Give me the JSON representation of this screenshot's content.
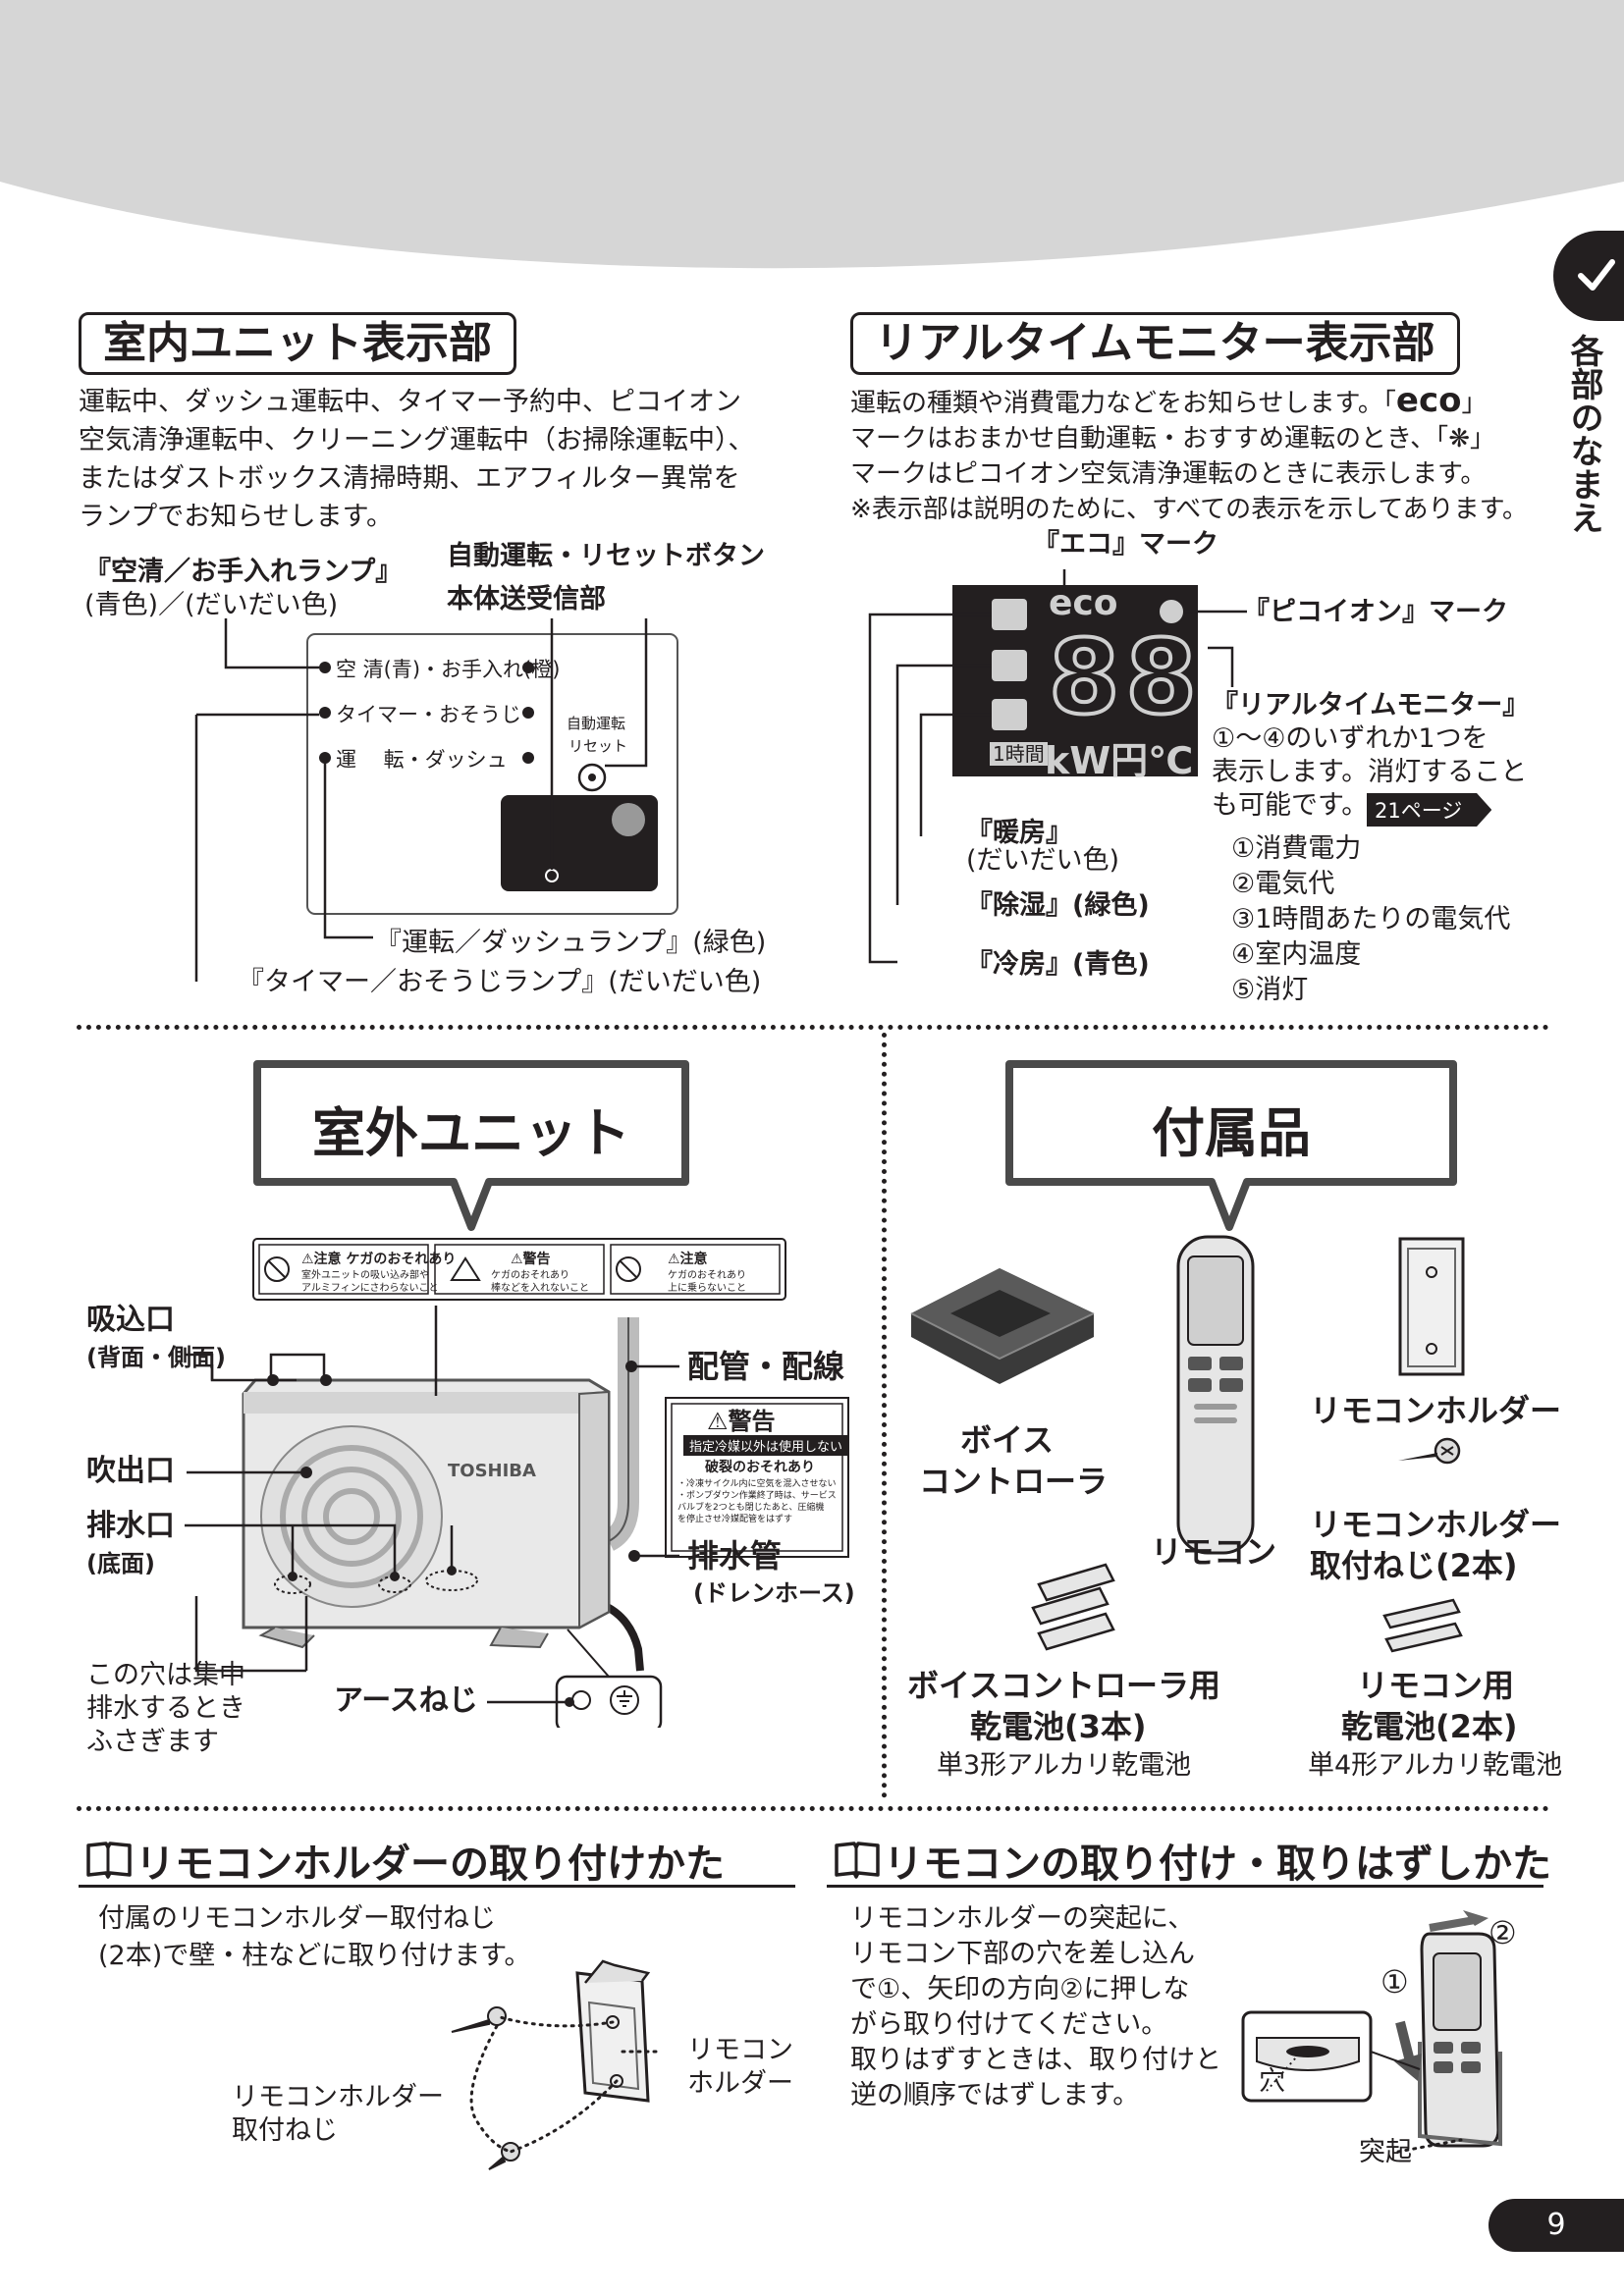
{
  "side_tab": {
    "label": "各部のなまえ"
  },
  "indoor": {
    "title": "室内ユニット表示部",
    "description": "運転中、ダッシュ運転中、タイマー予約中、ピコイオン空気清浄運転中、クリーニング運転中（お掃除運転中）、またはダストボックス清掃時期、エアフィルター異常をランプでお知らせします。",
    "label_lamp_clean": "『空清／お手入れランプ』",
    "label_lamp_clean_color": "(青色)／(だいだい色)",
    "label_auto_button": "自動運転・リセットボタン",
    "label_receiver": "本体送受信部",
    "panel_row1": "空 清(青)・お手入れ(橙)",
    "panel_row2": "タイマー・おそうじ",
    "panel_row3": "運　 転・ダッシュ",
    "panel_auto_1": "自動運転",
    "panel_auto_2": "リセット",
    "label_run_lamp": "『運転／ダッシュランプ』(緑色)",
    "label_timer_lamp": "『タイマー／おそうじランプ』(だいだい色)"
  },
  "monitor": {
    "title": "リアルタイムモニター表示部",
    "desc_1": "運転の種類や消費電力などをお知らせします。「",
    "desc_eco": "eco",
    "desc_2": "」",
    "desc_3": "マークはおまかせ自動運転・おすすめ運転のとき、「",
    "desc_ion": "❋",
    "desc_4": "」",
    "desc_5": "マークはピコイオン空気清浄運転のときに表示します。",
    "note": "※表示部は説明のために、すべての表示を示してあります。",
    "label_eco": "『エコ』マーク",
    "label_ion": "『ピコイオン』マーク",
    "screen_eco": "eco",
    "screen_digits": "88",
    "screen_hour": "1時間",
    "screen_units": "kW円℃",
    "label_rt": "『リアルタイムモニター』",
    "rt_desc_1": "①～④のいずれか1つを",
    "rt_desc_2": "表示します。消灯すること",
    "rt_desc_3": "も可能です。",
    "rt_page": "21ページ",
    "label_heat": "『暖房』",
    "label_heat_color": "(だいだい色)",
    "label_dry": "『除湿』(緑色)",
    "label_cool": "『冷房』(青色)",
    "options": [
      "①消費電力",
      "②電気代",
      "③1時間あたりの電気代",
      "④室内温度",
      "⑤消灯"
    ]
  },
  "outdoor": {
    "title": "室外ユニット",
    "label_intake": "吸込口",
    "label_intake_sub": "(背面・側面)",
    "label_outlet": "吹出口",
    "label_drain": "排水口",
    "label_drain_sub": "(底面)",
    "label_hole_note": [
      "この穴は集中",
      "排水するとき",
      "ふさぎます"
    ],
    "label_earth": "アースねじ",
    "label_pipe": "配管・配線",
    "label_hose": "排水管",
    "label_hose_sub": "(ドレンホース)",
    "caution1_head": "⚠注意 ケガのおそれあり",
    "caution1_body": [
      "室外ユニットの吸い込み部や",
      "アルミフィンにさわらないこと"
    ],
    "caution2_head": "⚠警告",
    "caution2_body": [
      "ケガのおそれあり",
      "棒などを入れないこと"
    ],
    "caution3_head": "⚠注意",
    "caution3_body": [
      "ケガのおそれあり",
      "上に乗らないこと"
    ],
    "warn_head": "⚠警告",
    "warn_line1": "指定冷媒以外は使用しない",
    "warn_line2": "破裂のおそれあり",
    "warn_small": [
      "・冷凍サイクル内に空気を混入させない",
      "・ポンプダウン作業終了時は、サービス",
      "バルブを2つとも閉じたあと、圧縮機",
      "を停止させ冷媒配管をはずす"
    ],
    "brand": "TOSHIBA"
  },
  "accessories": {
    "title": "付属品",
    "voice": [
      "ボイス",
      "コントローラ"
    ],
    "remote": "リモコン",
    "holder": "リモコンホルダー",
    "screws": [
      "リモコンホルダー",
      "取付ねじ(2本)"
    ],
    "voice_batt": [
      "ボイスコントローラ用",
      "乾電池(3本)"
    ],
    "voice_batt_sub": "単3形アルカリ乾電池",
    "remote_batt": [
      "リモコン用",
      "乾電池(2本)"
    ],
    "remote_batt_sub": "単4形アルカリ乾電池"
  },
  "holder_install": {
    "title": "リモコンホルダーの取り付けかた",
    "text": [
      "付属のリモコンホルダー取付ねじ",
      "(2本)で壁・柱などに取り付けます。"
    ],
    "label_holder": [
      "リモコン",
      "ホルダー"
    ],
    "label_screw": [
      "リモコンホルダー",
      "取付ねじ"
    ]
  },
  "remote_install": {
    "title": "リモコンの取り付け・取りはずしかた",
    "text": [
      "リモコンホルダーの突起に、",
      "リモコン下部の穴を差し込ん",
      "で①、矢印の方向②に押しな",
      "がら取り付けてください。",
      "取りはずすときは、取り付けと",
      "逆の順序ではずします。"
    ],
    "label_hole": "穴",
    "label_knob": "突起",
    "step1": "①",
    "step2": "②"
  },
  "page_number": "9"
}
